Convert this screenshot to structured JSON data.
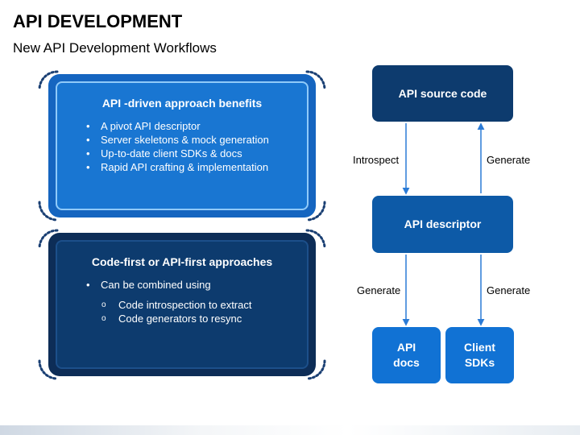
{
  "header": {
    "title": "API DEVELOPMENT",
    "subtitle": "New API Development Workflows"
  },
  "cards": [
    {
      "heading": "API -driven approach benefits",
      "bullets": [
        "A pivot API descriptor",
        "Server skeletons & mock generation",
        "Up-to-date client SDKs & docs",
        "Rapid API crafting & implementation"
      ]
    },
    {
      "heading": "Code-first or API-first approaches",
      "bullets": [
        "Can be combined using"
      ],
      "sub_bullets": [
        "Code introspection to extract",
        "Code generators to resync"
      ]
    }
  ],
  "diagram": {
    "nodes": {
      "source": "API source code",
      "descriptor": "API descriptor",
      "docs_line1": "API",
      "docs_line2": "docs",
      "sdks_line1": "Client",
      "sdks_line2": "SDKs"
    },
    "edges": {
      "introspect": "Introspect",
      "generate_up": "Generate",
      "generate_docs": "Generate",
      "generate_sdks": "Generate"
    }
  },
  "colors": {
    "card1": "#1565c0",
    "card2": "#0d2d57",
    "node_dark": "#0d3b6e",
    "node_mid": "#0d5aa7",
    "node_light": "#1172d4",
    "arrow": "#2b7bd6"
  }
}
